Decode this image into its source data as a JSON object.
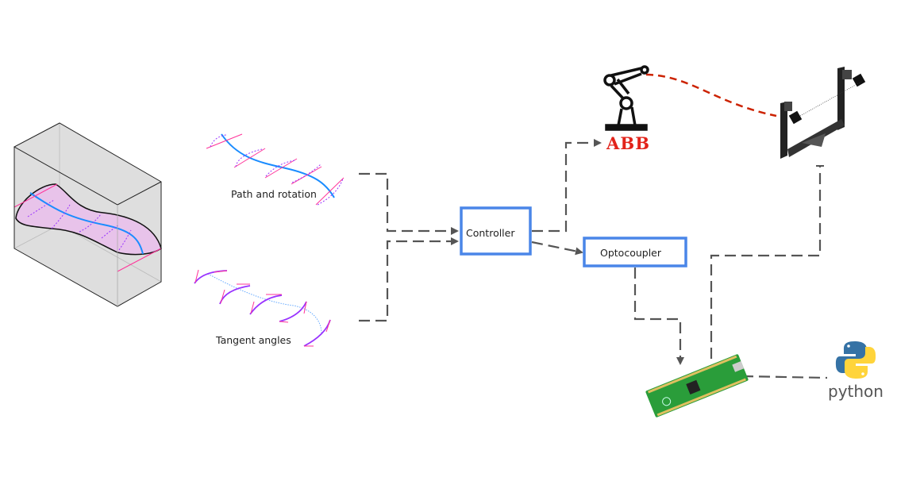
{
  "labels": {
    "path_rotation": "Path and rotation",
    "tangent_angles": "Tangent angles",
    "controller": "Controller",
    "optocoupler": "Optocoupler",
    "abb": "ABB",
    "python": "python"
  },
  "colors": {
    "node_border": "#4a86e8",
    "connector": "#555555",
    "robot_link": "#cc2200",
    "abb_red": "#e2231a",
    "path_blue": "#1a8cff",
    "rotation_pink": "#ff3399",
    "tangent_purple": "#9933ff",
    "surface_fill": "#e8c3ea",
    "box_fill": "#dedede",
    "pico_green": "#2a9d3a",
    "python_blue": "#3572a5",
    "python_yellow": "#ffd43b"
  }
}
